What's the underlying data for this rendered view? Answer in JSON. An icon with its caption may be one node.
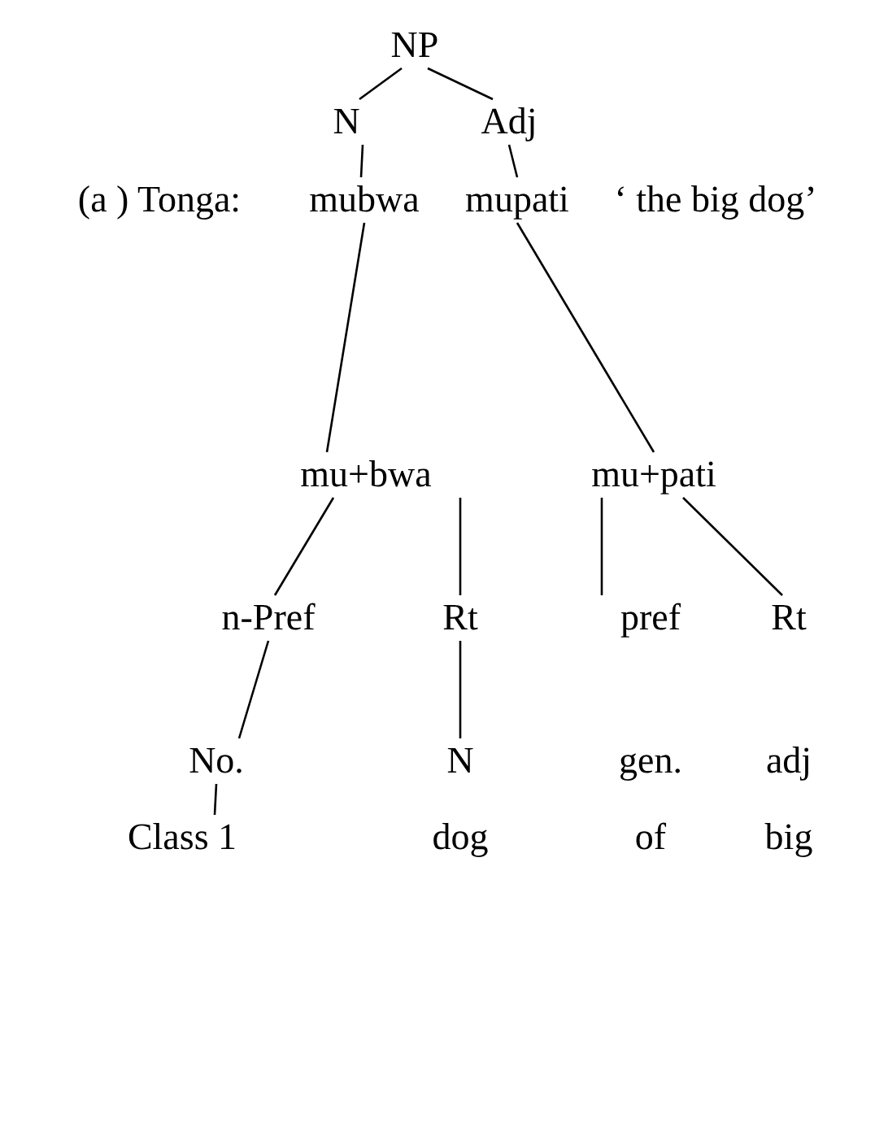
{
  "diagram": {
    "nodes": [
      {
        "text": [
          "NP"
        ]
      },
      {
        "text": [
          "N"
        ]
      },
      {
        "text": [
          "Adj"
        ]
      },
      {
        "text": [
          "mubwa"
        ]
      },
      {
        "text": [
          "mupati"
        ]
      },
      {
        "text": [
          "mu+bwa"
        ]
      },
      {
        "text": [
          "mu+pati"
        ]
      },
      {
        "text": [
          "n-Pref"
        ]
      },
      {
        "text": [
          "Rt"
        ]
      },
      {
        "text": [
          "pref"
        ]
      },
      {
        "text": [
          "Rt"
        ]
      },
      {
        "text": [
          "No."
        ]
      },
      {
        "text": [
          "N"
        ]
      },
      {
        "text": [
          "Class 1"
        ]
      }
    ],
    "edges": [
      {
        "from": 0,
        "to": 1,
        "arrow": "none"
      },
      {
        "from": 0,
        "to": 2,
        "arrow": "none"
      },
      {
        "from": 1,
        "to": 3,
        "arrow": "none"
      },
      {
        "from": 2,
        "to": 4,
        "arrow": "none"
      },
      {
        "from": 3,
        "to": 5,
        "arrow": "none"
      },
      {
        "from": 4,
        "to": 6,
        "arrow": "none"
      },
      {
        "from": 5,
        "to": 7,
        "arrow": "none"
      },
      {
        "from": 5,
        "to": 8,
        "arrow": "none"
      },
      {
        "from": 6,
        "to": 9,
        "arrow": "none"
      },
      {
        "from": 6,
        "to": 10,
        "arrow": "none"
      },
      {
        "from": 7,
        "to": 11,
        "arrow": "none"
      },
      {
        "from": 8,
        "to": 12,
        "arrow": "none"
      },
      {
        "from": 11,
        "to": 13,
        "arrow": "none"
      }
    ],
    "labels": [
      "(a ) Tonga:",
      "‘ the big dog’",
      "gen.",
      "adj",
      "dog",
      "of",
      "big"
    ]
  }
}
